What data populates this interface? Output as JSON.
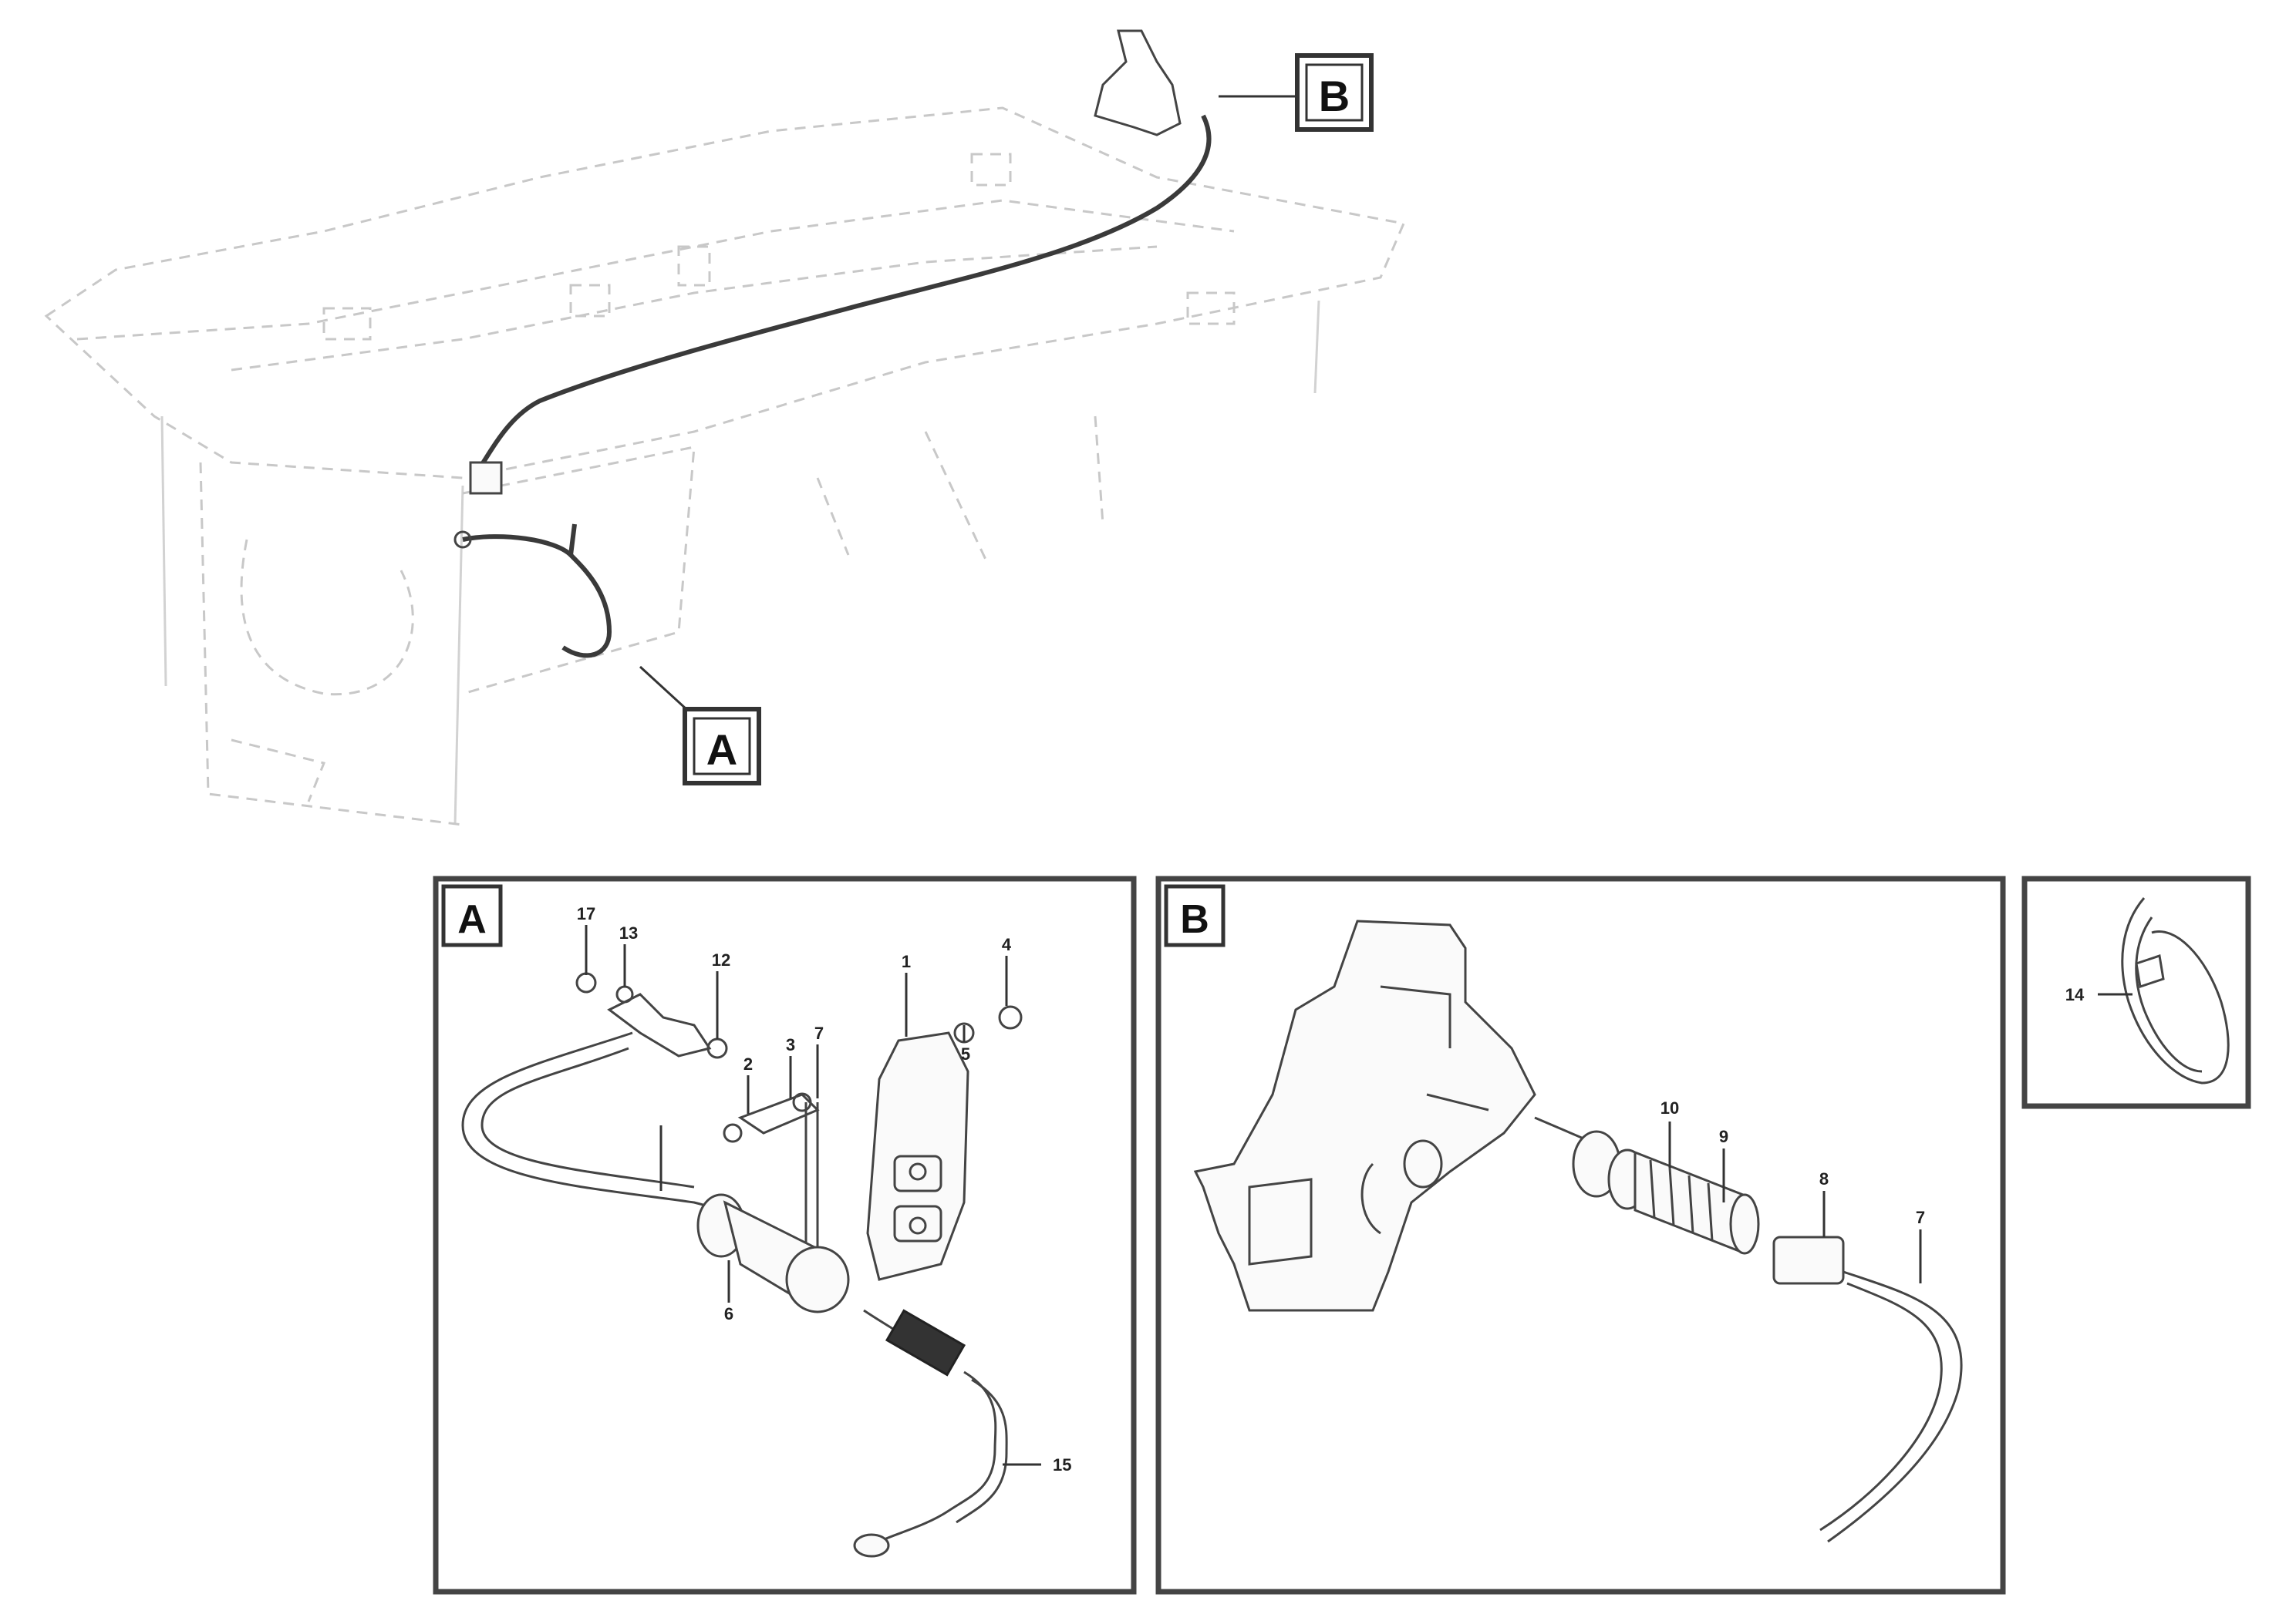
{
  "overview": {
    "callout_a": "A",
    "callout_b": "B"
  },
  "detail_a": {
    "label": "A",
    "items": [
      "17",
      "13",
      "12",
      "1",
      "4",
      "5",
      "2",
      "3",
      "7",
      "6",
      "15"
    ]
  },
  "detail_b": {
    "label": "B",
    "items": [
      "10",
      "9",
      "8",
      "7"
    ]
  },
  "detail_c": {
    "items": [
      "14"
    ]
  },
  "reference": {
    "line1": "",
    "line2": "",
    "code": ""
  }
}
